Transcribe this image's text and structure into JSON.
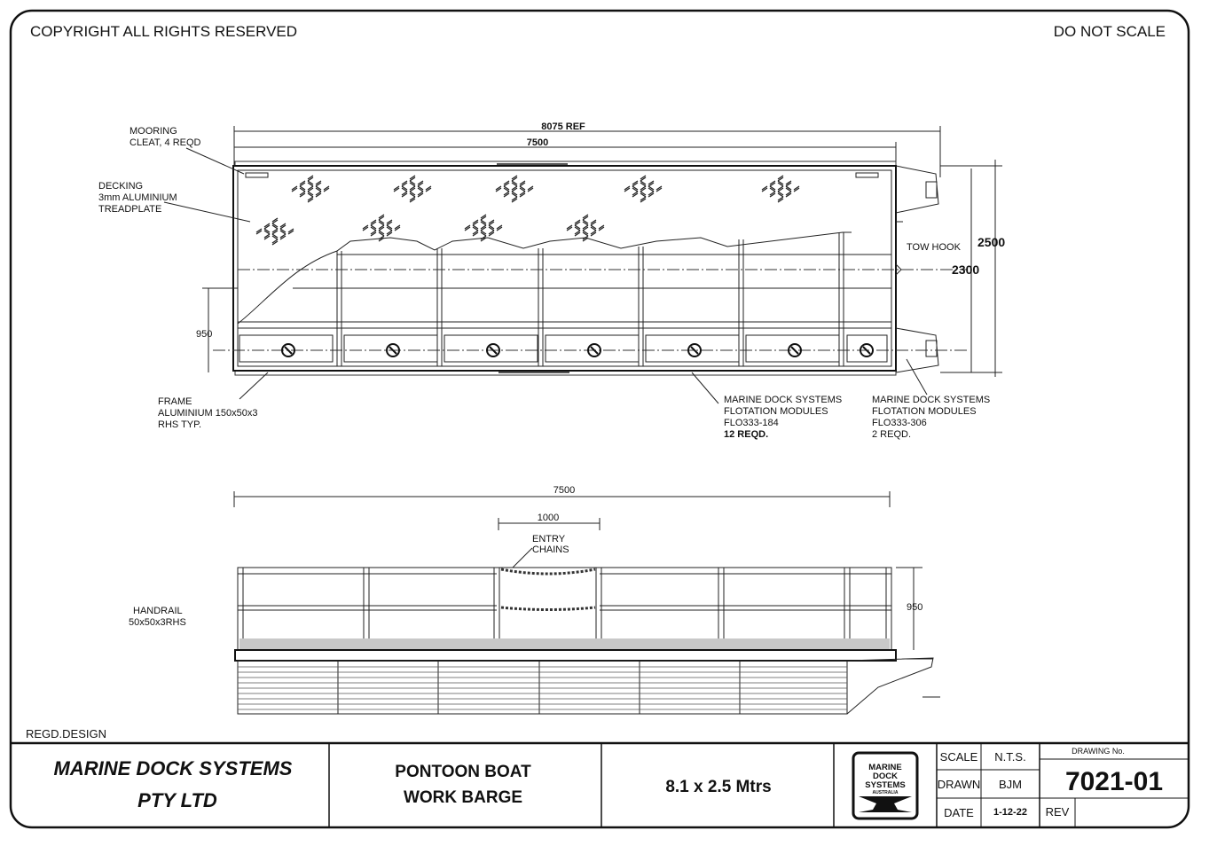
{
  "header": {
    "copyright": "COPYRIGHT ALL RIGHTS RESERVED",
    "scale_note": "DO NOT SCALE"
  },
  "top_view": {
    "dim_overall": "8075 REF",
    "dim_length": "7500",
    "dim_width": "2500",
    "dim_inner_width": "2300",
    "dim_module": "950",
    "tow_hook": "TOW HOOK",
    "mooring": [
      "MOORING",
      "CLEAT, 4 REQD"
    ],
    "decking": [
      "DECKING",
      "3mm ALUMINIUM",
      "TREADPLATE"
    ],
    "frame": [
      "FRAME",
      "ALUMINIUM 150x50x3",
      "RHS TYP."
    ],
    "modules_184": [
      "MARINE DOCK SYSTEMS",
      "FLOTATION MODULES",
      "FLO333-184",
      "12 REQD."
    ],
    "modules_306": [
      "MARINE DOCK SYSTEMS",
      "FLOTATION MODULES",
      "FLO333-306",
      "2 REQD."
    ]
  },
  "side_view": {
    "dim_length": "7500",
    "dim_entry": "1000",
    "entry": [
      "ENTRY",
      "CHAINS"
    ],
    "handrail": [
      "HANDRAIL",
      "50x50x3RHS"
    ],
    "dim_height": "950"
  },
  "regd": "REGD.DESIGN",
  "title_block": {
    "company": [
      "MARINE DOCK SYSTEMS",
      "PTY LTD"
    ],
    "title": [
      "PONTOON BOAT",
      "WORK BARGE"
    ],
    "size": "8.1 x 2.5 Mtrs",
    "logo": [
      "MARINE",
      "DOCK",
      "SYSTEMS",
      "AUSTRALIA"
    ],
    "scale_label": "SCALE",
    "scale_value": "N.T.S.",
    "drawn_label": "DRAWN",
    "drawn_value": "BJM",
    "date_label": "DATE",
    "date_value": "1-12-22",
    "drawing_no_label": "DRAWING No.",
    "drawing_no": "7021-01",
    "rev_label": "REV"
  }
}
